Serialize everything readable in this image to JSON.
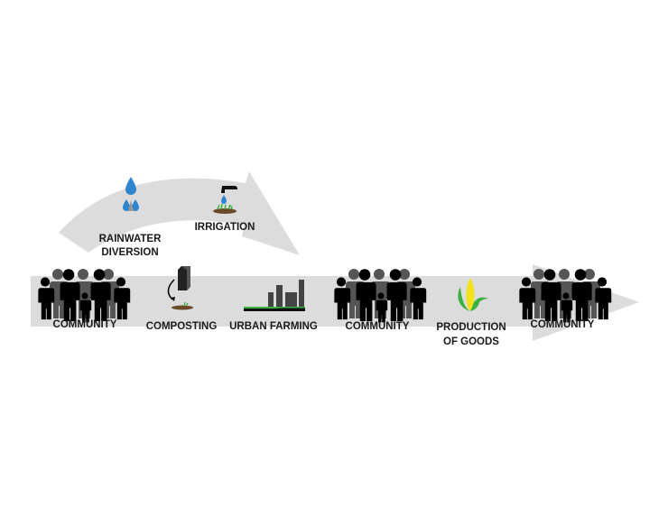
{
  "colors": {
    "arrow": "#dcdcdd",
    "person_front": "#000000",
    "person_back": "#555555",
    "water": "#2e86cf",
    "soil": "#6b4a2b",
    "plant": "#3cb043",
    "corn": "#f2e21b",
    "leaf": "#3cb043"
  },
  "top_arrow": {
    "steps": [
      {
        "icon": "water-drops-icon",
        "label_lines": [
          "RAINWATER",
          "DIVERSION"
        ]
      },
      {
        "icon": "faucet-irrigation-icon",
        "label_lines": [
          "IRRIGATION"
        ]
      }
    ]
  },
  "main_arrow": {
    "steps": [
      {
        "icon": "community-icon",
        "label_lines": [
          "COMMUNITY"
        ]
      },
      {
        "icon": "compost-bin-icon",
        "label_lines": [
          "COMPOSTING"
        ]
      },
      {
        "icon": "urban-buildings-icon",
        "label_lines": [
          "URBAN FARMING"
        ]
      },
      {
        "icon": "community-icon",
        "label_lines": [
          "COMMUNITY"
        ]
      },
      {
        "icon": "corn-icon",
        "label_lines": [
          "PRODUCTION",
          "OF GOODS"
        ]
      },
      {
        "icon": "community-icon",
        "label_lines": [
          "COMMUNITY"
        ]
      }
    ]
  }
}
